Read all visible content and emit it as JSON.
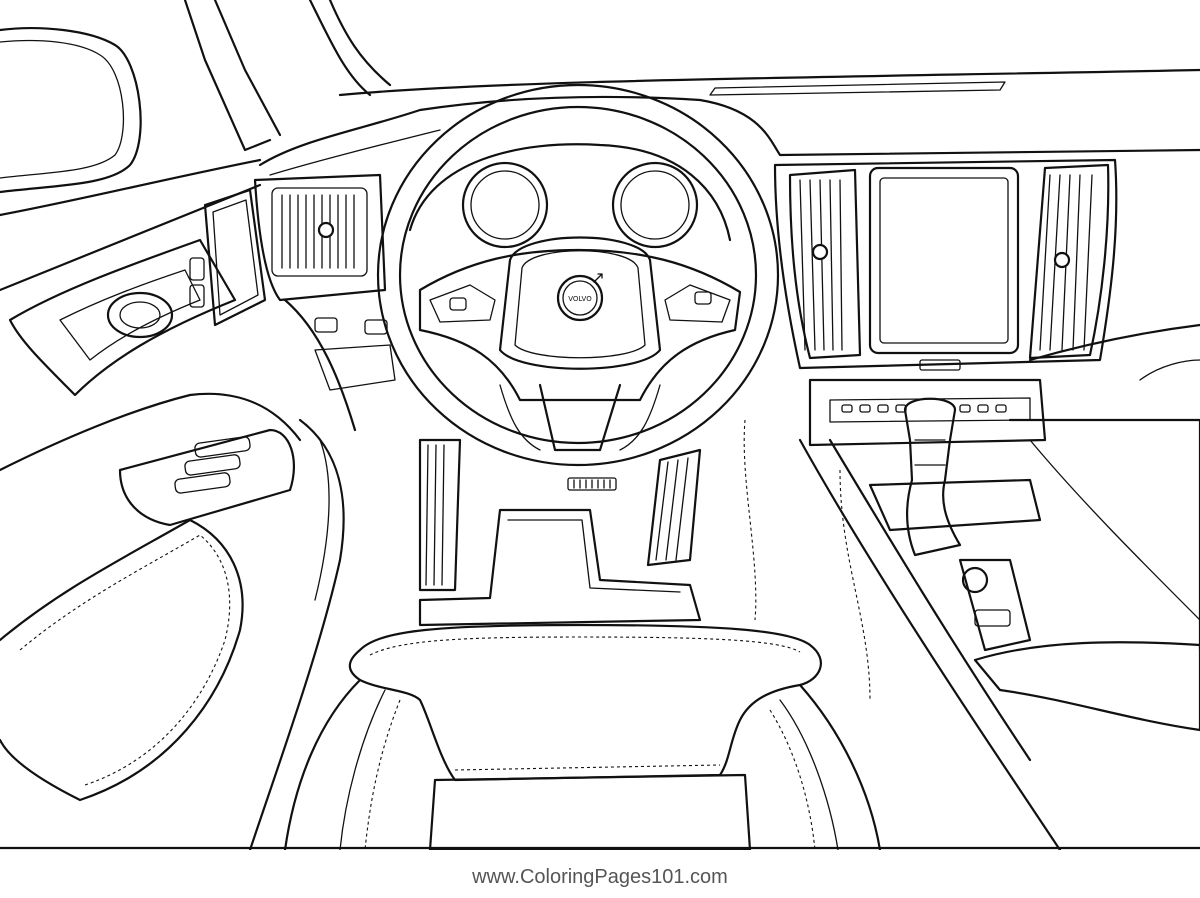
{
  "image": {
    "kind": "coloring-page line art",
    "subject": "car interior dashboard view",
    "line_color": "#111111",
    "background": "#ffffff"
  },
  "emblem": {
    "text": "VOLVO"
  },
  "watermark": {
    "text": "www.ColoringPages101.com",
    "color": "#555555"
  }
}
